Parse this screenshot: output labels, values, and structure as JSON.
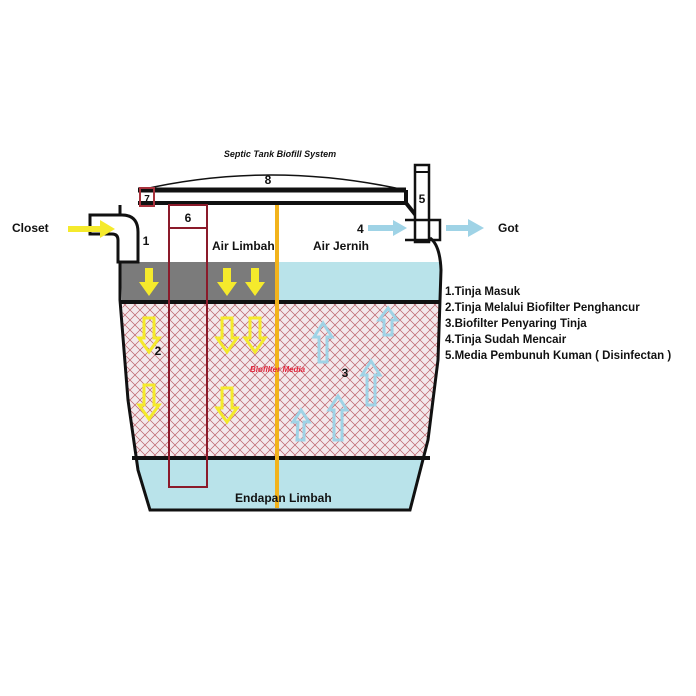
{
  "title": "Septic Tank Biofill System",
  "labels": {
    "closet": "Closet",
    "got": "Got",
    "air_limbah": "Air Limbah",
    "air_jernih": "Air Jernih",
    "biofilter_media": "Biofilter Media",
    "endapan_limbah": "Endapan Limbah"
  },
  "markers": {
    "m1": "1",
    "m2": "2",
    "m3": "3",
    "m4": "4",
    "m5": "5",
    "m6": "6",
    "m7": "7",
    "m8": "8"
  },
  "legend": [
    "1.Tinja Masuk",
    "2.Tinja Melalui Biofilter Penghancur",
    "3.Biofilter Penyaring Tinja",
    "4.Tinja Sudah Mencair",
    "5.Media Pembunuh Kuman ( Disinfectan )"
  ],
  "colors": {
    "water": "#b9e3ea",
    "sludge_band": "#7b7b7b",
    "media_hatch": "#a8323c",
    "inflow_arrow": "#f5ea2c",
    "outflow_arrow": "#9fd3e6",
    "divider": "#f2b31c"
  }
}
